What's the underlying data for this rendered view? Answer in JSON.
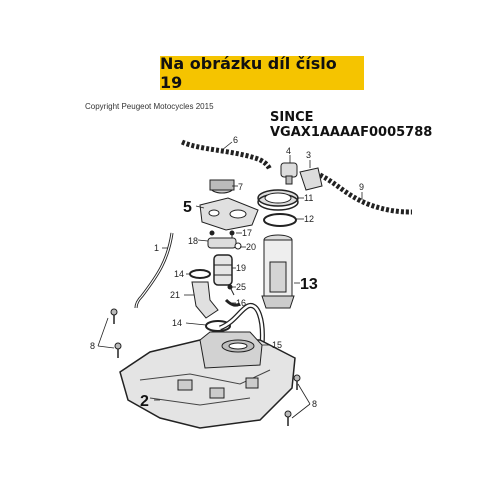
{
  "banner": {
    "text": "Na obrázku díl číslo 19"
  },
  "copyright": "Copyright Peugeot Motocycles 2015",
  "since": {
    "line1": "SINCE",
    "line2": "VGAX1AAAAF0005788"
  },
  "callouts": {
    "c1": "1",
    "c2": "2",
    "c3": "3",
    "c4": "4",
    "c5": "5",
    "c6": "6",
    "c7": "7",
    "c8a": "8",
    "c8b": "8",
    "c9": "9",
    "c11": "11",
    "c12": "12",
    "c13": "13",
    "c14a": "14",
    "c14b": "14",
    "c15": "15",
    "c16": "16",
    "c17": "17",
    "c18": "18",
    "c19": "19",
    "c20": "20",
    "c21": "21",
    "c25": "25"
  },
  "colors": {
    "banner_bg": "#f5c400",
    "line": "#222222",
    "part_fill": "#e8e8e8"
  }
}
